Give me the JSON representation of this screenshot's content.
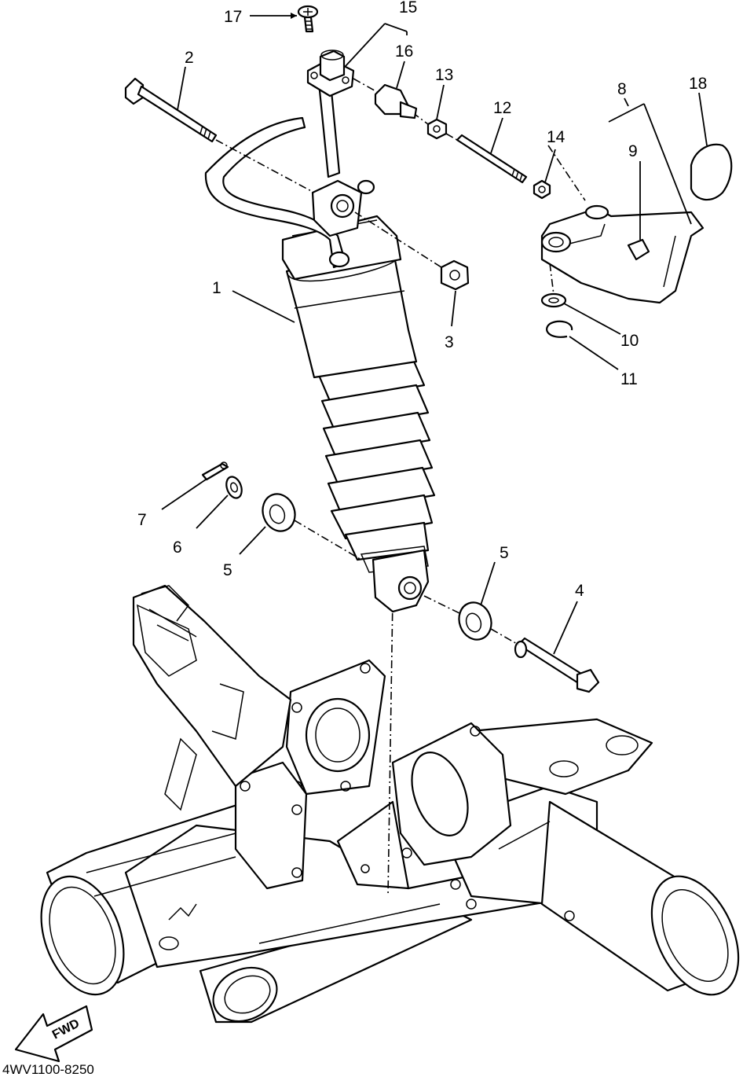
{
  "diagram_code": "4WV1100-8250",
  "fwd_label": "FWD",
  "callouts": {
    "c1": "1",
    "c2": "2",
    "c3": "3",
    "c4": "4",
    "c5a": "5",
    "c5b": "5",
    "c6": "6",
    "c7": "7",
    "c8": "8",
    "c9": "9",
    "c10": "10",
    "c11": "11",
    "c12": "12",
    "c13": "13",
    "c14": "14",
    "c15": "15",
    "c16": "16",
    "c17": "17",
    "c18": "18"
  }
}
